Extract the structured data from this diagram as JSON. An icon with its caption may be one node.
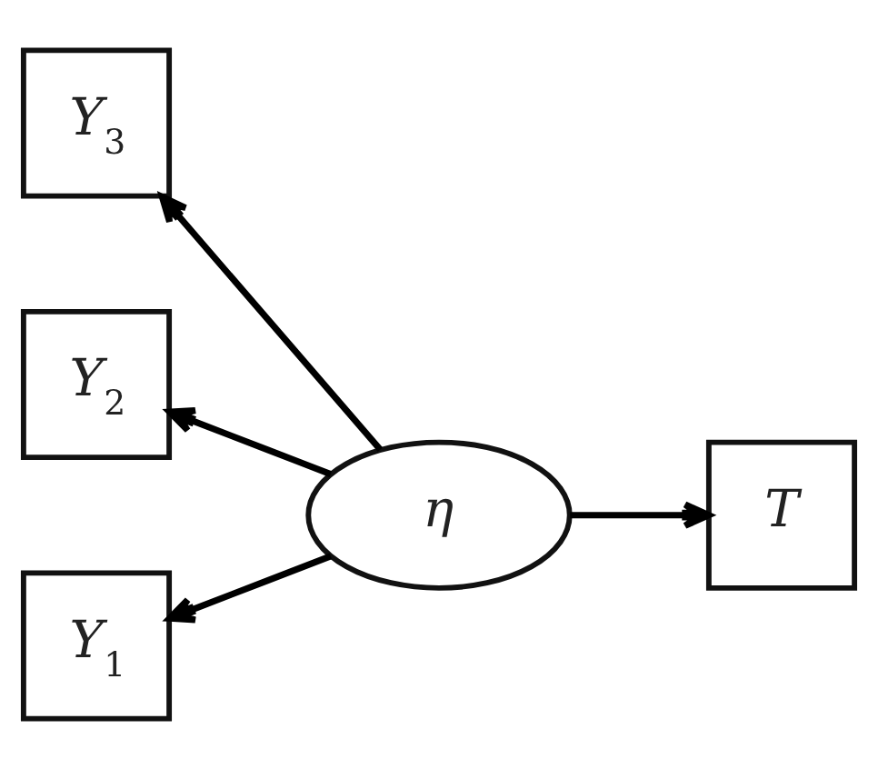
{
  "diagram": {
    "nodes": [
      {
        "text": [
          "Y$_{3}$"
        ]
      },
      {
        "text": [
          "Y$_{2}$"
        ]
      },
      {
        "text": [
          "η"
        ]
      },
      {
        "text": [
          "T"
        ]
      },
      {
        "text": [
          "Y$_{1}$"
        ]
      }
    ],
    "edges": [
      {
        "from": 2,
        "to": 0,
        "arrow": "to"
      },
      {
        "from": 2,
        "to": 1,
        "arrow": "to"
      },
      {
        "from": 2,
        "to": 3,
        "arrow": "to"
      },
      {
        "from": 2,
        "to": 4,
        "arrow": "to"
      }
    ]
  }
}
